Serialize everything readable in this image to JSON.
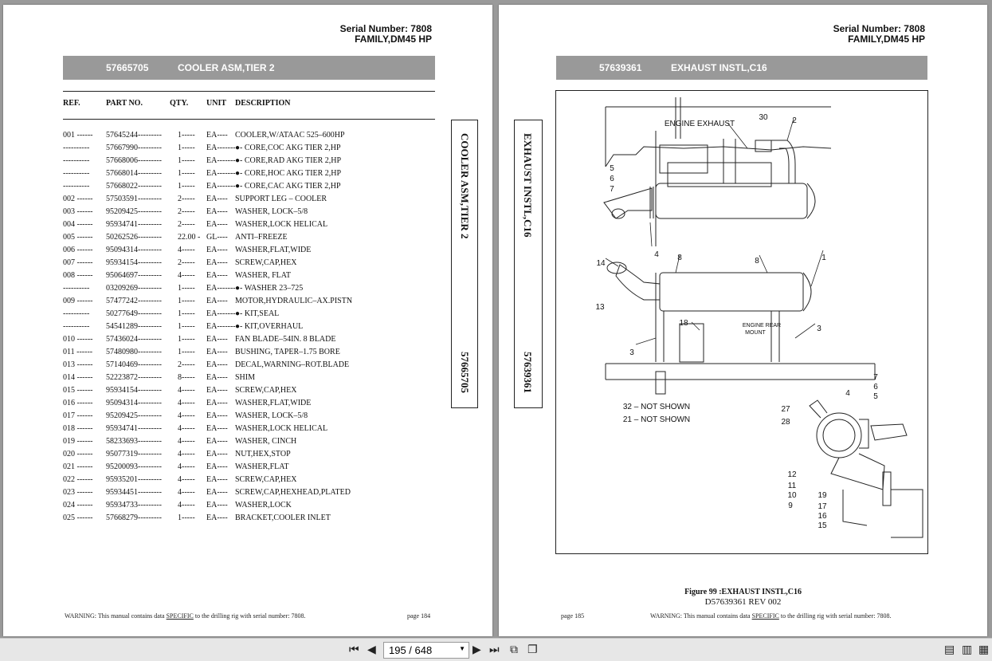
{
  "viewer": {
    "page_indicator": "195 / 648",
    "icons": [
      "first-page-icon",
      "prev-page-icon",
      "next-page-icon",
      "last-page-icon",
      "fit-page-icon",
      "two-page-icon",
      "single-page-view-icon",
      "continuous-view-icon",
      "facing-view-icon"
    ]
  },
  "left_page": {
    "serial_number": "Serial Number: 7808",
    "family": "FAMILY,DM45 HP",
    "part_number": "57665705",
    "title": "COOLER ASM,TIER 2",
    "columns": {
      "ref": "REF.",
      "part": "PART NO.",
      "qty": "QTY.",
      "unit": "UNIT",
      "desc": "DESCRIPTION"
    },
    "rows": [
      {
        "ref": "001 ------",
        "part": "57645244---------",
        "qty": "1-----",
        "unit": "EA----",
        "desc": "COOLER,W/ATAAC 525–600HP"
      },
      {
        "ref": "----------",
        "part": "57667990---------",
        "qty": "1-----",
        "unit": "EA-------",
        "desc": "●- CORE,COC AKG TIER 2,HP"
      },
      {
        "ref": "----------",
        "part": "57668006---------",
        "qty": "1-----",
        "unit": "EA-------",
        "desc": "●- CORE,RAD AKG TIER 2,HP"
      },
      {
        "ref": "----------",
        "part": "57668014---------",
        "qty": "1-----",
        "unit": "EA-------",
        "desc": "●- CORE,HOC AKG TIER 2,HP"
      },
      {
        "ref": "----------",
        "part": "57668022---------",
        "qty": "1-----",
        "unit": "EA-------",
        "desc": "●- CORE,CAC AKG TIER 2,HP"
      },
      {
        "ref": "002 ------",
        "part": "57503591---------",
        "qty": "2-----",
        "unit": "EA----",
        "desc": "SUPPORT LEG – COOLER"
      },
      {
        "ref": "003 ------",
        "part": "95209425---------",
        "qty": "2-----",
        "unit": "EA----",
        "desc": "WASHER, LOCK–5/8"
      },
      {
        "ref": "004 ------",
        "part": "95934741---------",
        "qty": "2-----",
        "unit": "EA----",
        "desc": "WASHER,LOCK HELICAL"
      },
      {
        "ref": "005 ------",
        "part": "50262526---------",
        "qty": "22.00 -",
        "unit": "GL----",
        "desc": "ANTI–FREEZE"
      },
      {
        "ref": "006 ------",
        "part": "95094314---------",
        "qty": "4-----",
        "unit": "EA----",
        "desc": "WASHER,FLAT,WIDE"
      },
      {
        "ref": "007 ------",
        "part": "95934154---------",
        "qty": "2-----",
        "unit": "EA----",
        "desc": "SCREW,CAP,HEX"
      },
      {
        "ref": "008 ------",
        "part": "95064697---------",
        "qty": "4-----",
        "unit": "EA----",
        "desc": "WASHER, FLAT"
      },
      {
        "ref": "----------",
        "part": "03209269---------",
        "qty": "1-----",
        "unit": "EA-------",
        "desc": "●- WASHER      23–725"
      },
      {
        "ref": "009 ------",
        "part": "57477242---------",
        "qty": "1-----",
        "unit": "EA----",
        "desc": "MOTOR,HYDRAULIC–AX.PISTN"
      },
      {
        "ref": "----------",
        "part": "50277649---------",
        "qty": "1-----",
        "unit": "EA-------",
        "desc": "●- KIT,SEAL"
      },
      {
        "ref": "----------",
        "part": "54541289---------",
        "qty": "1-----",
        "unit": "EA-------",
        "desc": "●- KIT,OVERHAUL"
      },
      {
        "ref": "010 ------",
        "part": "57436024---------",
        "qty": "1-----",
        "unit": "EA----",
        "desc": "FAN BLADE–54IN. 8 BLADE"
      },
      {
        "ref": "011 ------",
        "part": "57480980---------",
        "qty": "1-----",
        "unit": "EA----",
        "desc": "BUSHING, TAPER–1.75 BORE"
      },
      {
        "ref": "013 ------",
        "part": "57140469---------",
        "qty": "2-----",
        "unit": "EA----",
        "desc": "DECAL,WARNING–ROT.BLADE"
      },
      {
        "ref": "014 ------",
        "part": "52223872---------",
        "qty": "8-----",
        "unit": "EA----",
        "desc": "SHIM"
      },
      {
        "ref": "015 ------",
        "part": "95934154---------",
        "qty": "4-----",
        "unit": "EA----",
        "desc": "SCREW,CAP,HEX"
      },
      {
        "ref": "016 ------",
        "part": "95094314---------",
        "qty": "4-----",
        "unit": "EA----",
        "desc": "WASHER,FLAT,WIDE"
      },
      {
        "ref": "017 ------",
        "part": "95209425---------",
        "qty": "4-----",
        "unit": "EA----",
        "desc": "WASHER, LOCK–5/8"
      },
      {
        "ref": "018 ------",
        "part": "95934741---------",
        "qty": "4-----",
        "unit": "EA----",
        "desc": "WASHER,LOCK HELICAL"
      },
      {
        "ref": "019 ------",
        "part": "58233693---------",
        "qty": "4-----",
        "unit": "EA----",
        "desc": "WASHER, CINCH"
      },
      {
        "ref": "020 ------",
        "part": "95077319---------",
        "qty": "4-----",
        "unit": "EA----",
        "desc": "NUT,HEX,STOP"
      },
      {
        "ref": "021 ------",
        "part": "95200093---------",
        "qty": "4-----",
        "unit": "EA----",
        "desc": "WASHER,FLAT"
      },
      {
        "ref": "022 ------",
        "part": "95935201---------",
        "qty": "4-----",
        "unit": "EA----",
        "desc": "SCREW,CAP,HEX"
      },
      {
        "ref": "023 ------",
        "part": "95934451---------",
        "qty": "4-----",
        "unit": "EA----",
        "desc": "SCREW,CAP,HEXHEAD,PLATED"
      },
      {
        "ref": "024 ------",
        "part": "95934733---------",
        "qty": "4-----",
        "unit": "EA----",
        "desc": "WASHER,LOCK"
      },
      {
        "ref": "025 ------",
        "part": "57668279---------",
        "qty": "1-----",
        "unit": "EA----",
        "desc": "BRACKET,COOLER INLET"
      }
    ],
    "side_tab_title": "COOLER ASM,TIER 2",
    "side_tab_number": "57665705",
    "warning_prefix": "WARNING:  This manual contains data ",
    "warning_emph": "SPECIFIC",
    "warning_suffix": " to the drilling rig with serial number: 7808.",
    "page_label": "page 184"
  },
  "right_page": {
    "serial_number": "Serial Number: 7808",
    "family": "FAMILY,DM45 HP",
    "part_number": "57639361",
    "title": "EXHAUST INSTL,C16",
    "side_tab_title": "EXHAUST INSTL,C16",
    "side_tab_number": "57639361",
    "figure": {
      "engine_exhaust": "ENGINE EXHAUST",
      "engine_rear_mount_1": "ENGINE REAR",
      "engine_rear_mount_2": "MOUNT",
      "not_shown_1": "32  – NOT SHOWN",
      "not_shown_2": "21  – NOT SHOWN",
      "callouts": [
        "30",
        "2",
        "5",
        "6",
        "7",
        "4",
        "8",
        "8",
        "1",
        "14",
        "13",
        "18",
        "3",
        "3",
        "7",
        "6",
        "5",
        "4",
        "27",
        "28",
        "12",
        "11",
        "10",
        "9",
        "19",
        "17",
        "16",
        "15"
      ]
    },
    "figure_caption": "Figure 99 :EXHAUST INSTL,C16",
    "figure_rev": "D57639361 REV 002",
    "page_label": "page 185",
    "warning_prefix": "WARNING:  This manual contains data ",
    "warning_emph": "SPECIFIC",
    "warning_suffix": " to the drilling rig with serial number: 7808."
  }
}
